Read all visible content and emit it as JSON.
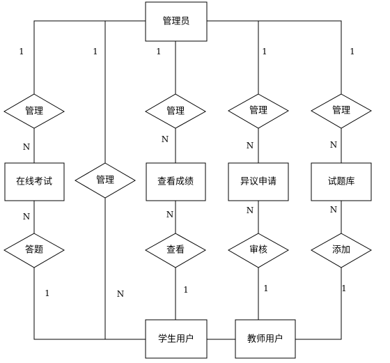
{
  "entities": {
    "admin": "管理员",
    "online_exam": "在线考试",
    "view_scores": "查看成绩",
    "appeal": "异议申请",
    "question_bank": "试题库",
    "student": "学生用户",
    "teacher": "教师用户"
  },
  "relationships": {
    "manage_exam": "管理",
    "manage_student": "管理",
    "manage_scores": "管理",
    "manage_appeal": "管理",
    "manage_bank": "管理",
    "answer": "答题",
    "view": "查看",
    "review": "审核",
    "add": "添加"
  },
  "cardinality": {
    "admin_exam": "1",
    "admin_student": "1",
    "admin_scores": "1",
    "admin_appeal": "1",
    "admin_bank": "1",
    "exam_manage": "N",
    "exam_answer": "N",
    "answer_student": "1",
    "student_manage": "N",
    "scores_manage": "N",
    "scores_view": "N",
    "view_student": "1",
    "appeal_manage": "N",
    "appeal_review": "N",
    "review_teacher": "1",
    "bank_manage": "N",
    "bank_add": "N",
    "add_teacher": "1"
  }
}
